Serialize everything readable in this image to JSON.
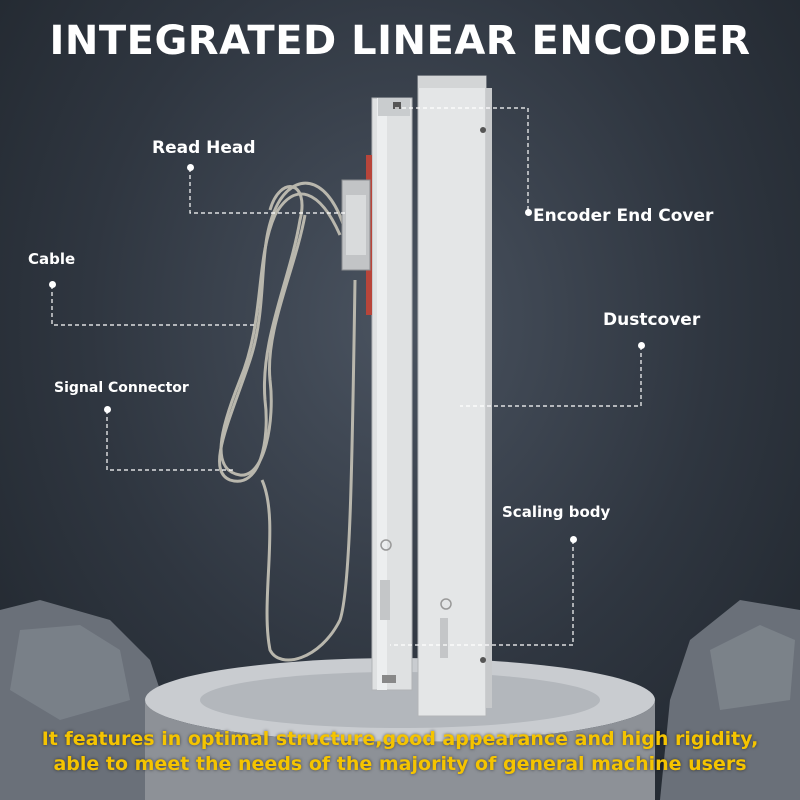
{
  "title": "INTEGRATED LINEAR ENCODER",
  "labels": {
    "read_head": "Read Head",
    "cable": "Cable",
    "signal_connector": "Signal Connector",
    "encoder_end_cover": "Encoder End Cover",
    "dustcover": "Dustcover",
    "scaling_body": "Scaling body"
  },
  "caption": {
    "line1": "It features in optimal structure,good appearance and high rigidity,",
    "line2": "able to meet the needs of the majority of general machine users"
  },
  "colors": {
    "accent_caption": "#f5c400",
    "label_text": "#ffffff",
    "background": "#2f3640"
  }
}
